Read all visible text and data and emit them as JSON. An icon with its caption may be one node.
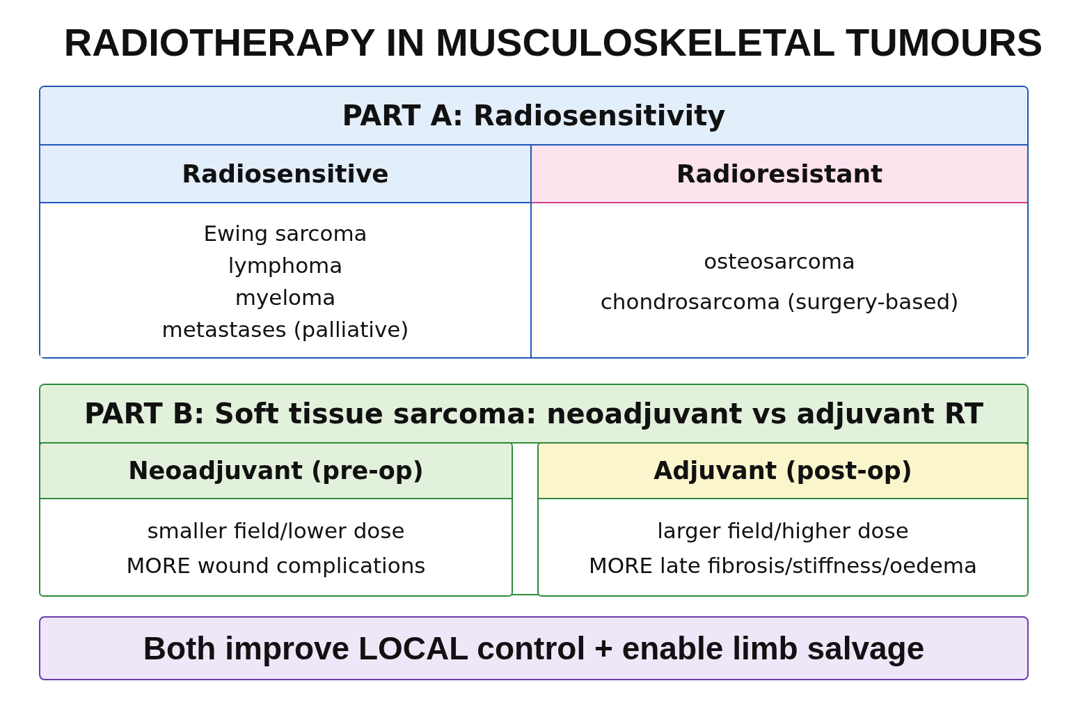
{
  "diagram": {
    "title": "RADIOTHERAPY IN MUSCULOSKELETAL TUMOURS",
    "nodes": [
      {
        "text": [
          "PART A: Radiosensitivity"
        ]
      },
      {
        "text": [
          "Radiosensitive",
          "Ewing sarcoma",
          "lymphoma",
          "myeloma",
          "metastases (palliative)"
        ],
        "in": 0
      },
      {
        "text": [
          "Radioresistant",
          "osteosarcoma",
          "chondrosarcoma (surgery-based)"
        ],
        "in": 0
      },
      {
        "text": [
          "PART B: Soft tissue sarcoma: neoadjuvant vs adjuvant RT"
        ]
      },
      {
        "text": [
          "Neoadjuvant (pre-op)",
          "smaller field/lower dose",
          "MORE wound complications"
        ],
        "in": 3
      },
      {
        "text": [
          "Adjuvant (post-op)",
          "larger field/higher dose",
          "MORE late fibrosis/stiffness/oedema"
        ],
        "in": 3
      },
      {
        "text": [
          "Both improve LOCAL control + enable limb salvage"
        ]
      }
    ],
    "edges": []
  }
}
